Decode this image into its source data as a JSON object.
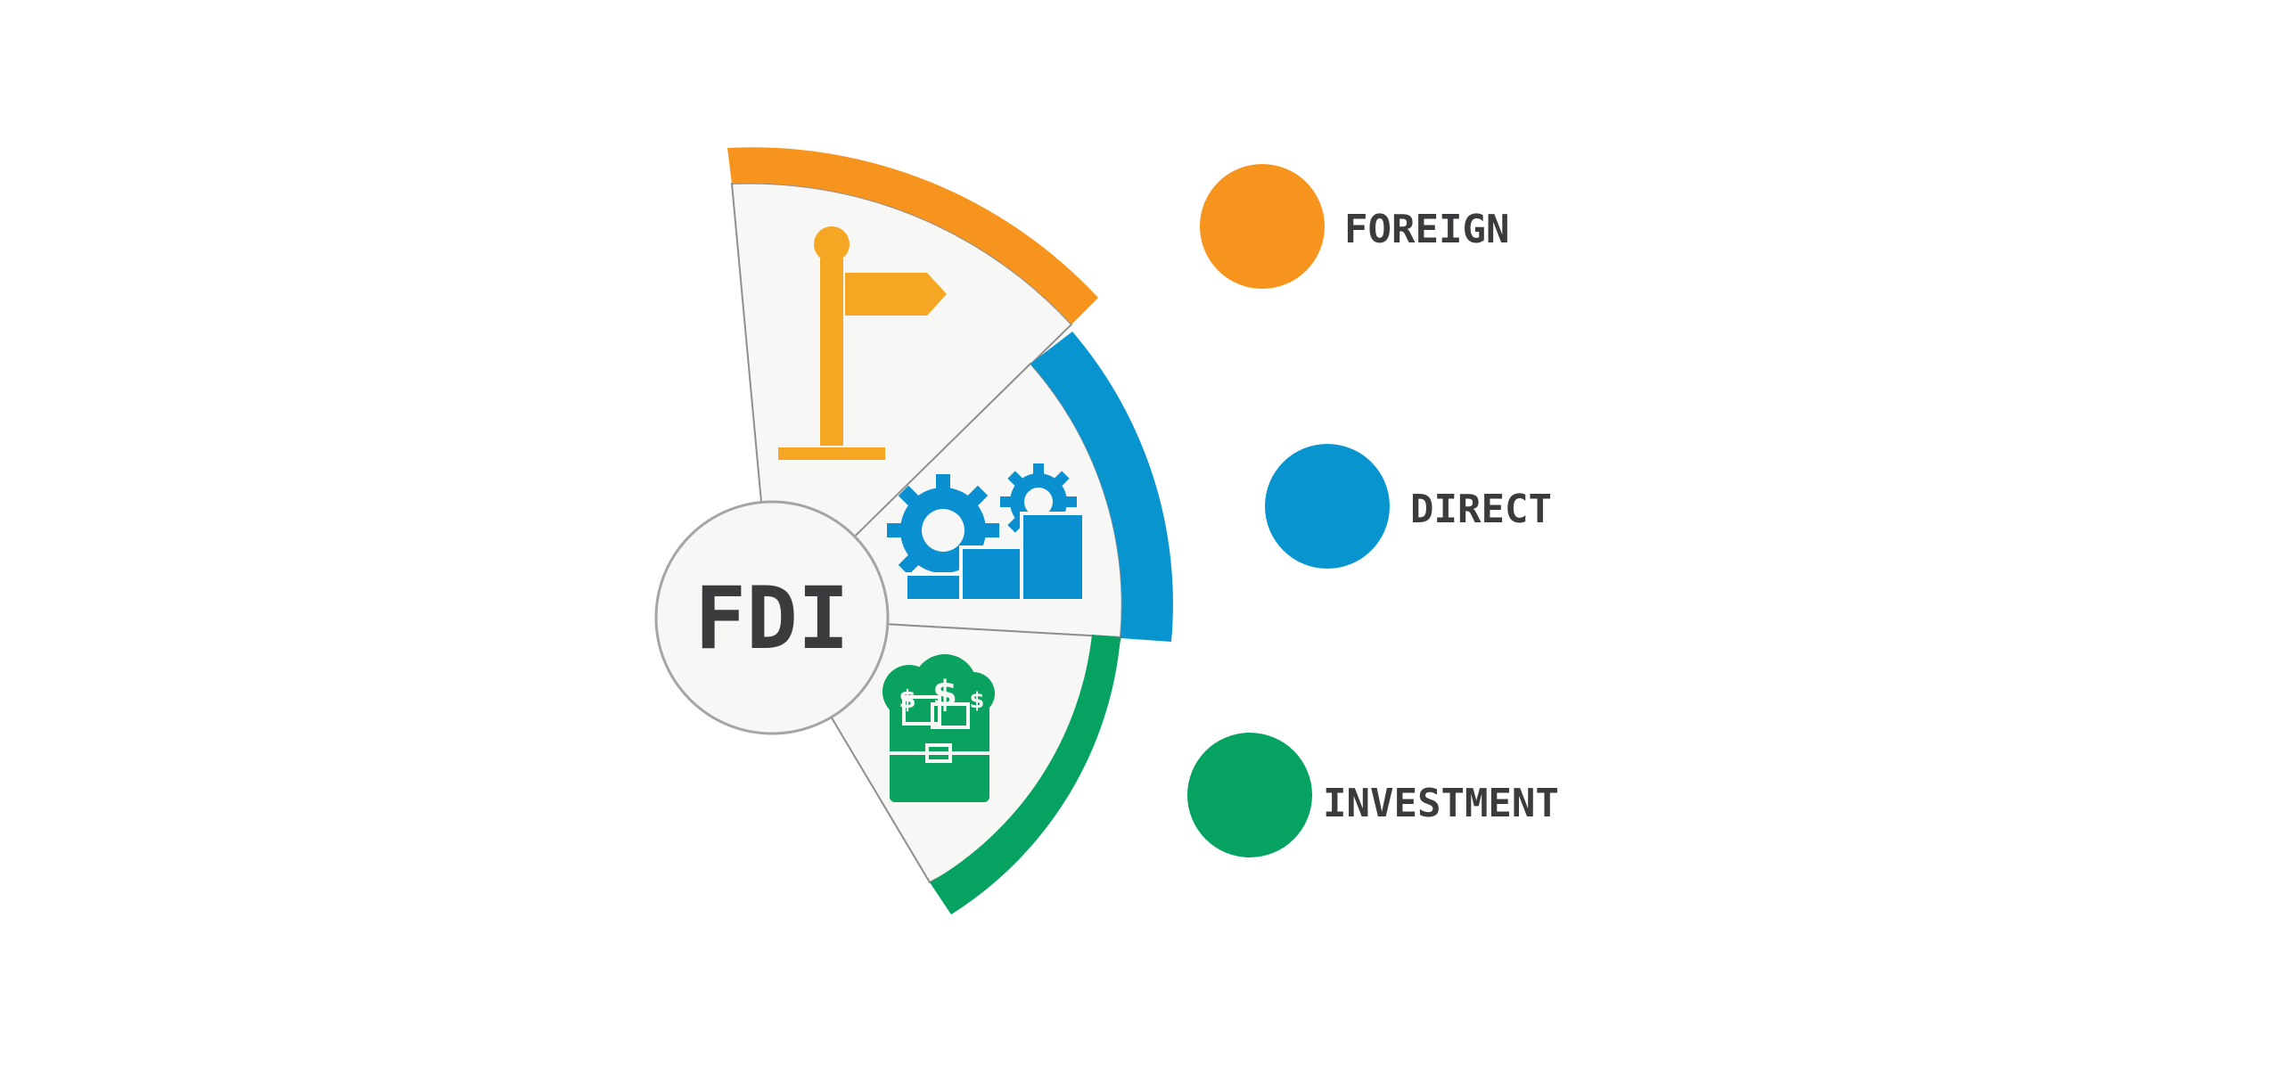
{
  "diagram": {
    "center_label": "FDI",
    "items": [
      {
        "word": "FOREIGN",
        "color": "#f7941d",
        "icon": "signpost-icon"
      },
      {
        "word": "DIRECT",
        "color": "#0895cf",
        "icon": "gears-blocks-icon"
      },
      {
        "word": "INVESTMENT",
        "color": "#06a262",
        "icon": "money-briefcase-icon"
      }
    ],
    "icon_colors": {
      "signpost": "#f5a623",
      "gears": "#0a8fd0",
      "briefcase": "#0aa25f"
    },
    "panel_color": "#f7f7f5",
    "text_color": "#3b3b3d"
  }
}
